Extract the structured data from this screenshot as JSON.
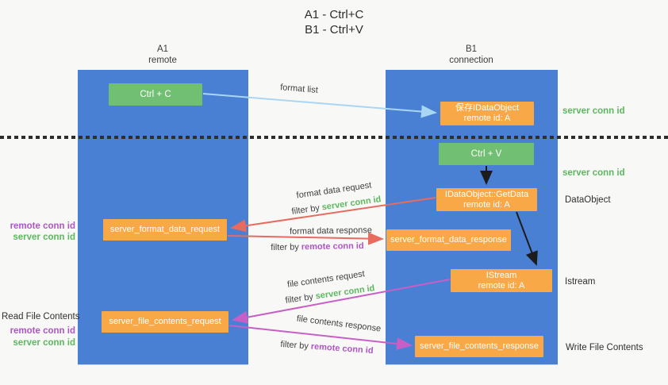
{
  "title": {
    "line1": "A1 - Ctrl+C",
    "line2": "B1 - Ctrl+V"
  },
  "columns": {
    "a": {
      "name": "A1",
      "subtitle": "remote"
    },
    "b": {
      "name": "B1",
      "subtitle": "connection"
    }
  },
  "nodes": {
    "ctrl_c": {
      "label": "Ctrl + C"
    },
    "save_dataobject": {
      "line1": "保存IDataObject",
      "line2": "remote id: A"
    },
    "ctrl_v": {
      "label": "Ctrl + V"
    },
    "getdata": {
      "line1": "IDataObject::GetData",
      "line2": "remote id: A"
    },
    "format_request": {
      "label": "server_format_data_request"
    },
    "format_response": {
      "label": "server_format_data_response"
    },
    "istream": {
      "line1": "IStream",
      "line2": "remote id: A"
    },
    "file_request": {
      "label": "server_file_contents_request"
    },
    "file_response": {
      "label": "server_file_contents_response"
    }
  },
  "edges": {
    "format_list": {
      "label": "format list"
    },
    "format_data_request": {
      "label": "format data request",
      "filter_prefix": "filter by",
      "filter_key": "server conn id"
    },
    "format_data_response": {
      "label": "format data response",
      "filter_prefix": "filter by",
      "filter_key": "remote conn id"
    },
    "file_contents_request": {
      "label": "file contents request",
      "filter_prefix": "filter by",
      "filter_key": "server conn id"
    },
    "file_contents_response": {
      "label": "file contents response",
      "filter_prefix": "filter by",
      "filter_key": "remote conn id"
    }
  },
  "annotations": {
    "right": {
      "server_conn_id_top": "server conn id",
      "server_conn_id_mid": "server conn id",
      "dataobject": "DataObject",
      "istream": "Istream",
      "write_file_contents": "Write File Contents"
    },
    "left": {
      "remote_conn_id_top": "remote conn id",
      "server_conn_id_top": "server conn id",
      "read_file_contents": "Read File Contents",
      "remote_conn_id_bottom": "remote conn id",
      "server_conn_id_bottom": "server conn id"
    }
  },
  "colors": {
    "column_blue": "#4a80d4",
    "box_green": "#70bf72",
    "box_orange": "#f8a846",
    "arrow_blue": "#a9d6f2",
    "arrow_red": "#e76b5f",
    "arrow_magenta": "#c75fc7",
    "arrow_black": "#1c1c1c",
    "text_green": "#5cb85f",
    "text_purple": "#b055c4"
  }
}
